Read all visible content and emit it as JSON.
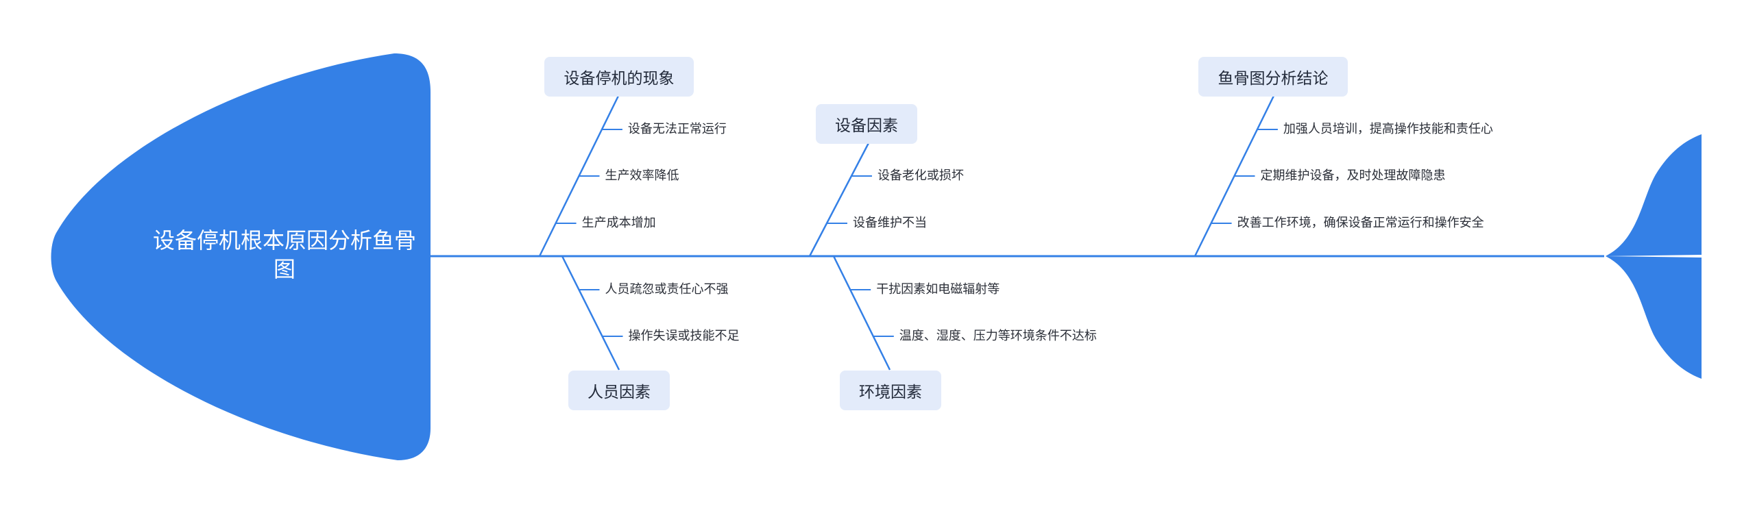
{
  "diagram": {
    "type": "fishbone",
    "head": {
      "title": "设备停机根本原因分析鱼骨图"
    },
    "accent_color": "#3480e6",
    "categories": [
      {
        "id": "phenomenon",
        "label": "设备停机的现象",
        "position": "top",
        "items": [
          "设备无法正常运行",
          "生产效率降低",
          "生产成本增加"
        ]
      },
      {
        "id": "equipment",
        "label": "设备因素",
        "position": "top",
        "items": [
          "设备老化或损坏",
          "设备维护不当"
        ]
      },
      {
        "id": "conclusion",
        "label": "鱼骨图分析结论",
        "position": "top",
        "items": [
          "加强人员培训，提高操作技能和责任心",
          "定期维护设备，及时处理故障隐患",
          "改善工作环境，确保设备正常运行和操作安全"
        ]
      },
      {
        "id": "people",
        "label": "人员因素",
        "position": "bottom",
        "items": [
          "人员疏忽或责任心不强",
          "操作失误或技能不足"
        ]
      },
      {
        "id": "environment",
        "label": "环境因素",
        "position": "bottom",
        "items": [
          "干扰因素如电磁辐射等",
          "温度、湿度、压力等环境条件不达标"
        ]
      }
    ]
  }
}
